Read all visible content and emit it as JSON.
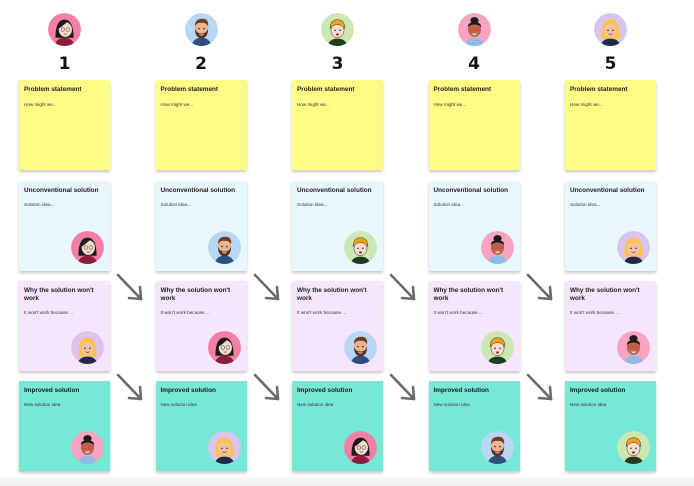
{
  "board": {
    "columns": [
      {
        "number": "1",
        "avatar": "avatar-woman-dark-hair"
      },
      {
        "number": "2",
        "avatar": "avatar-man-beard"
      },
      {
        "number": "3",
        "avatar": "avatar-boy-orange-hair"
      },
      {
        "number": "4",
        "avatar": "avatar-man-glasses"
      },
      {
        "number": "5",
        "avatar": "avatar-woman-blonde"
      }
    ],
    "rows": [
      {
        "title": "Problem statement",
        "body": "How might we...",
        "color": "#fffd86"
      },
      {
        "title": "Unconventional solution",
        "body": "Solution idea...",
        "color": "#e8f6fe"
      },
      {
        "title": "Why the solution won't work",
        "body": "It won't work because ...",
        "color": "#f5e6fd"
      },
      {
        "title": "Improved solution",
        "body": "New solution idea",
        "color": "#76e8d6"
      }
    ],
    "card_avatars": {
      "unconventional": [
        "avatar-woman-dark-hair",
        "avatar-man-beard",
        "avatar-boy-orange-hair",
        "avatar-man-glasses",
        "avatar-woman-blonde"
      ],
      "why_not": [
        "avatar-woman-blonde",
        "avatar-woman-dark-hair",
        "avatar-man-beard",
        "avatar-boy-orange-hair",
        "avatar-man-glasses"
      ],
      "improved": [
        "avatar-man-glasses",
        "avatar-woman-blonde",
        "avatar-woman-dark-hair",
        "avatar-man-beard",
        "avatar-boy-orange-hair"
      ]
    },
    "arrow_color": "#6b6b6b"
  }
}
